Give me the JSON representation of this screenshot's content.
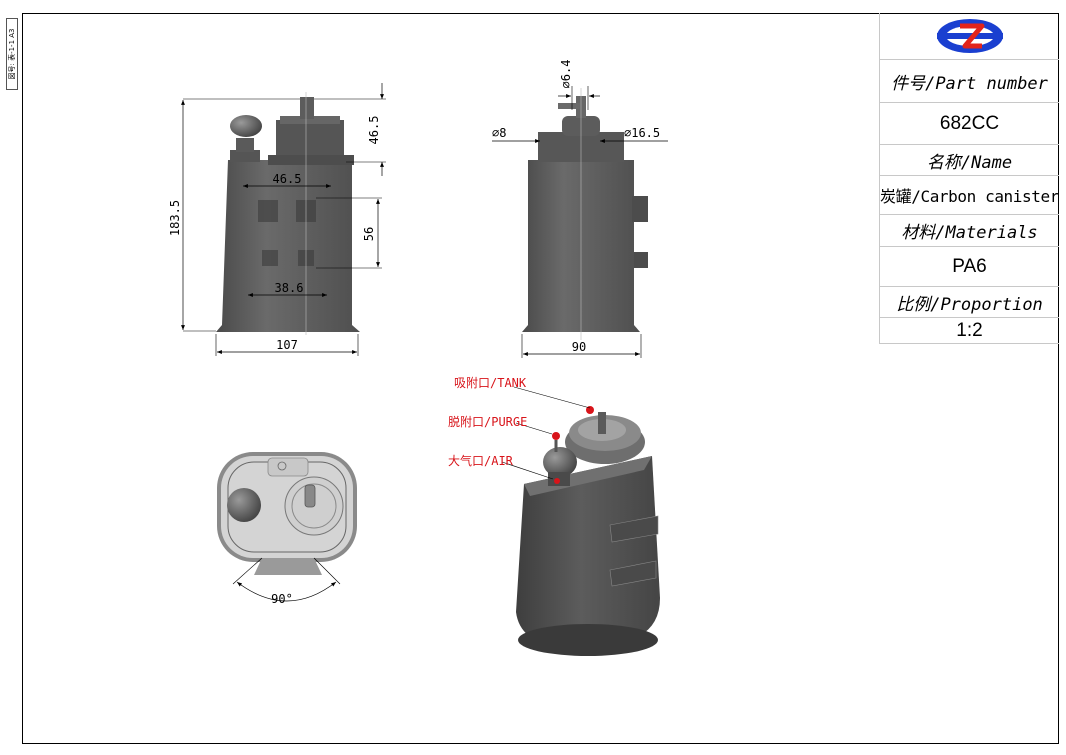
{
  "side_mark": "図号: 表-1-1 A3",
  "title_block": {
    "part_number_label": "件号/Part number",
    "part_number_value": "682CC",
    "name_label": "名称/Name",
    "name_value": "炭罐/Carbon canister",
    "materials_label": "材料/Materials",
    "materials_value": "PA6",
    "proportion_label": "比例/Proportion",
    "proportion_value": "1:2",
    "logo_icon": "company-logo-icon",
    "logo_colors": {
      "blue": "#1a3fd0",
      "red": "#e2231a"
    }
  },
  "front_view": {
    "dim_height": "183.5",
    "dim_top": "46.5",
    "dim_bracket_spacing": "56",
    "dim_upper_width": "46.5",
    "dim_lower_width": "38.6",
    "dim_base_width": "107"
  },
  "side_view": {
    "dim_top_port": "∅6.4",
    "dim_left_port": "∅8",
    "dim_right_port": "∅16.5",
    "dim_base_width": "90"
  },
  "bottom_view": {
    "dim_angle": "90°"
  },
  "iso_view": {
    "callout_tank": "吸附口/TANK",
    "callout_purge": "脱附口/PURGE",
    "callout_air": "大气口/AIR",
    "callout_color": "#d8141a"
  }
}
